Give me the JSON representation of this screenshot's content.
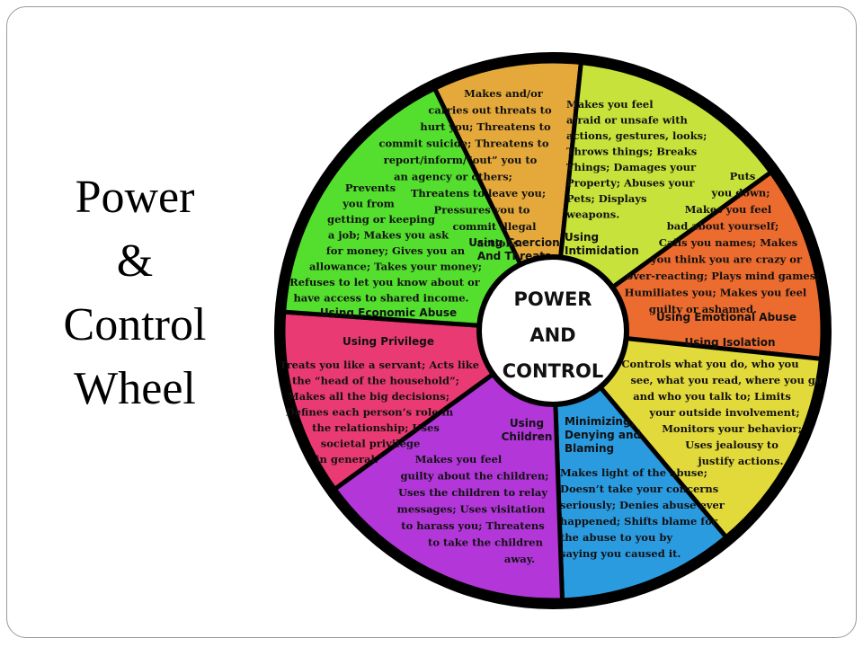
{
  "title_lines": [
    "Power",
    "&",
    "Control",
    "Wheel"
  ],
  "hub_lines": [
    "POWER",
    "AND",
    "CONTROL"
  ],
  "colors": {
    "coercion": "#e4a93a",
    "intimidation": "#c7e23a",
    "emotional": "#ec6b2e",
    "isolation": "#e2d93b",
    "minimizing": "#2b9be0",
    "children": "#b236d8",
    "privilege": "#ea3a74",
    "economic": "#54de2e",
    "rim": "#000000",
    "hub": "#ffffff"
  },
  "segments": [
    {
      "id": "coercion",
      "label": [
        "Using Coercion",
        "And Threats"
      ],
      "text": [
        "Makes and/or",
        "carries out threats to",
        "hurt you; Threatens to",
        "commit suicide; Threatens to",
        "report/inform/”out” you to",
        "an agency or others;",
        "Threatens to leave you;",
        "Pressures you to",
        "commit illegal",
        "actions."
      ]
    },
    {
      "id": "intimidation",
      "label": [
        "Using",
        "Intimidation"
      ],
      "text": [
        "Makes you feel",
        "afraid or unsafe with",
        "actions, gestures, looks;",
        "Throws things; Breaks",
        "Things; Damages your",
        "Property; Abuses your",
        "Pets; Displays",
        "weapons."
      ]
    },
    {
      "id": "emotional",
      "label": [
        "Using Emotional Abuse"
      ],
      "text": [
        "Puts",
        "you down;",
        "Makes you feel",
        "bad about yourself;",
        "Calls you names; Makes",
        "you think you are crazy or",
        "over-reacting; Plays mind games;",
        "Humiliates you; Makes you feel",
        "guilty or ashamed."
      ]
    },
    {
      "id": "isolation",
      "label": [
        "Using Isolation"
      ],
      "text": [
        "Controls what you do, who you",
        "see, what you read, where you go",
        "and who you talk to; Limits",
        "your outside involvement;",
        "Monitors your behavior;",
        "Uses jealousy to",
        "justify actions."
      ]
    },
    {
      "id": "minimizing",
      "label": [
        "Minimizing,",
        "Denying and",
        "Blaming"
      ],
      "text": [
        "Makes light of the abuse;",
        "Doesn’t take your concerns",
        "seriously; Denies abuse ever",
        "happened; Shifts blame for",
        "the abuse to you by",
        "saying you caused it."
      ]
    },
    {
      "id": "children",
      "label": [
        "Using",
        "Children"
      ],
      "text": [
        "Makes you feel",
        "guilty about the children;",
        "Uses the children to relay",
        "messages; Uses visitation",
        "to harass you; Threatens",
        "to take the children",
        "away."
      ]
    },
    {
      "id": "privilege",
      "label": [
        "Using Privilege"
      ],
      "text": [
        "Treats you like a servant; Acts like",
        "the “head of the household”;",
        "Makes all the big decisions;",
        "Defines each person’s role in",
        "the relationship; Uses",
        "societal privilege",
        "in general."
      ]
    },
    {
      "id": "economic",
      "label": [
        "Using Economic Abuse"
      ],
      "text": [
        "Prevents",
        "you from",
        "getting or keeping",
        "a job; Makes you ask",
        "for money; Gives you an",
        "allowance; Takes your money;",
        "Refuses to let you know about or",
        "have access to shared income."
      ]
    }
  ]
}
